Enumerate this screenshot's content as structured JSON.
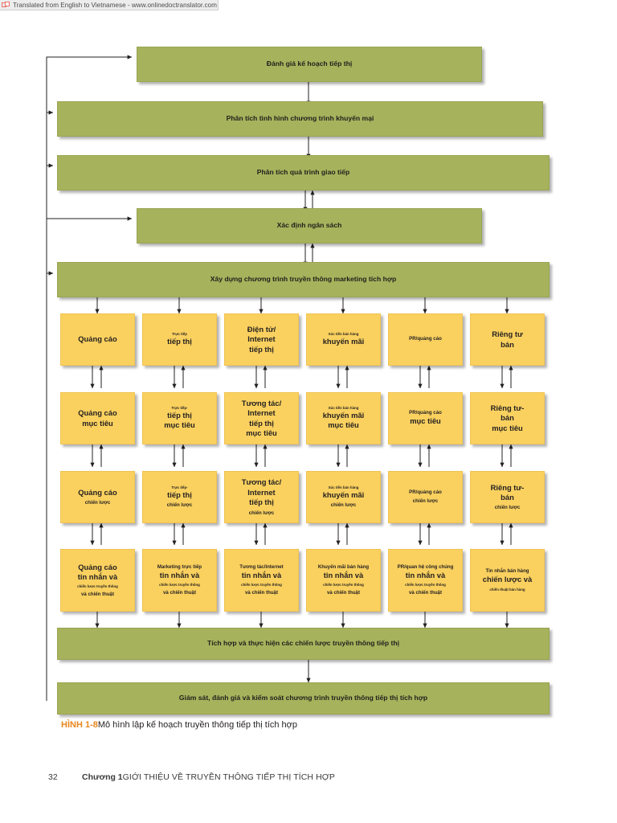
{
  "banner": {
    "icon": "translator-logo-icon",
    "text": "Translated from English to Vietnamese - www.onlinedoctranslator.com"
  },
  "colors": {
    "green_box": "#a7b25c",
    "yellow_box": "#fad15f",
    "figure_label": "#e8861e",
    "connector": "#231f20",
    "page_background": "#ffffff"
  },
  "diagram": {
    "type": "flowchart",
    "title": "Mô hình lập kế hoạch truyền thông tiếp thị tích hợp",
    "stages": [
      {
        "id": "stage-1",
        "label": "Đánh giá kế hoạch tiếp thị"
      },
      {
        "id": "stage-2",
        "label": "Phân tích tình hình chương trình khuyến mại"
      },
      {
        "id": "stage-3",
        "label": "Phân tích quá trình giao tiếp"
      },
      {
        "id": "stage-4",
        "label": "Xác định ngân sách"
      },
      {
        "id": "stage-5",
        "label": "Xây dựng chương trình truyền thông marketing tích hợp"
      }
    ],
    "columns": [
      {
        "id": "col-advertising",
        "row1": {
          "tiny": "",
          "big": "Quảng cáo",
          "small": ""
        },
        "row2": {
          "tiny": "",
          "big": "Quảng cáo",
          "small": "mục tiêu"
        },
        "row3": {
          "tiny": "",
          "big": "Quảng cáo",
          "small": "chiến lược"
        },
        "row4": {
          "tiny": "",
          "big1": "Quảng cáo",
          "big2": "tin nhắn và",
          "small1": "chiến lược truyền thông",
          "small2": "và chiến thuật"
        }
      },
      {
        "id": "col-direct-marketing",
        "row1": {
          "tiny": "Trực tiếp",
          "big": "tiếp thị",
          "small": ""
        },
        "row2": {
          "tiny": "Trực tiếp-",
          "big": "tiếp thị",
          "small": "mục tiêu"
        },
        "row3": {
          "tiny": "Trực tiếp-",
          "big": "tiếp thị",
          "small": "chiến lược"
        },
        "row4": {
          "tiny": "Marketing trực tiếp",
          "big1": "",
          "big2": "tin nhắn và",
          "small1": "chiến lược truyền thông",
          "small2": "và chiến thuật"
        }
      },
      {
        "id": "col-internet-marketing",
        "row1": {
          "tiny": "",
          "big": "Điện tử/",
          "big2": "Internet",
          "big3": "tiếp thị",
          "small": ""
        },
        "row2": {
          "tiny": "",
          "big": "Tương tác/",
          "big2": "Internet",
          "big3": "tiếp thị",
          "small": "mục tiêu"
        },
        "row3": {
          "tiny": "",
          "big": "Tương tác/",
          "big2": "Internet",
          "big3": "tiếp thị",
          "small": "chiến lược"
        },
        "row4": {
          "tiny": "Tương tác/Internet",
          "big1": "",
          "big2": "tin nhắn và",
          "small1": "chiến lược truyền thông",
          "small2": "và chiến thuật"
        }
      },
      {
        "id": "col-sales-promotion",
        "row1": {
          "tiny": "Xúc tiến bán hàng",
          "big": "khuyến mãi",
          "small": ""
        },
        "row2": {
          "tiny": "Xúc tiến bán hàng",
          "big": "khuyến mãi",
          "small": "mục tiêu"
        },
        "row3": {
          "tiny": "Xúc tiến bán hàng",
          "big": "khuyến mãi",
          "small": "chiến lược"
        },
        "row4": {
          "tiny": "Khuyến mãi bán hàng",
          "big1": "",
          "big2": "tin nhắn và",
          "small1": "chiến lược truyền thông",
          "small2": "và chiến thuật"
        }
      },
      {
        "id": "col-pr-publicity",
        "row1": {
          "tiny": "",
          "big": "PR/quảng cáo",
          "small": ""
        },
        "row2": {
          "tiny": "",
          "big": "PR/quảng cáo",
          "small": "mục tiêu"
        },
        "row3": {
          "tiny": "",
          "big": "PR/quảng cáo",
          "small": "chiến lược"
        },
        "row4": {
          "tiny": "PR/quan hệ công chúng",
          "big1": "",
          "big2": "tin nhắn và",
          "small1": "chiến lược truyền thông",
          "small2": "và chiến thuật"
        }
      },
      {
        "id": "col-personal-selling",
        "row1": {
          "tiny": "",
          "big": "Riêng tư",
          "big2": "bán",
          "small": ""
        },
        "row2": {
          "tiny": "",
          "big": "Riêng tư-",
          "big2": "bán",
          "small": "mục tiêu"
        },
        "row3": {
          "tiny": "",
          "big": "Riêng tư-",
          "big2": "bán",
          "small": "chiến lược"
        },
        "row4": {
          "tiny": "Tin nhắn bán hàng",
          "big1": "",
          "big2": "chiến lược và",
          "small1": "chiến thuật bán hàng",
          "small2": ""
        }
      }
    ],
    "footer_stages": [
      {
        "id": "stage-6",
        "label": "Tích hợp và thực hiện các chiến lược truyền thông tiếp thị"
      },
      {
        "id": "stage-7",
        "label": "Giám sát, đánh giá và kiểm soát chương trình truyền thông tiếp thị tích hợp"
      }
    ]
  },
  "caption": {
    "figure": "HÌNH 1-8",
    "text": "Mô hình lập kế hoạch truyền thông tiếp thị tích hợp"
  },
  "footer": {
    "page_number": "32",
    "chapter": "Chương 1",
    "title": "GIỚI THIỆU VỀ TRUYỀN THÔNG TIẾP THỊ TÍCH HỢP"
  }
}
